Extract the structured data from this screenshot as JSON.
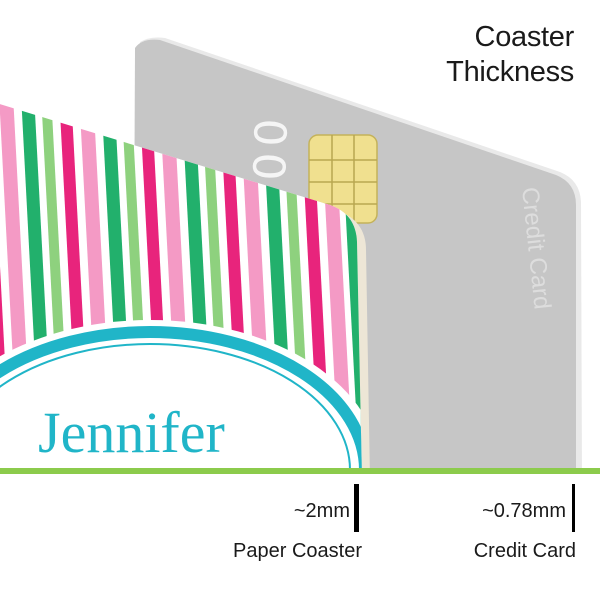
{
  "heading": {
    "line1": "Coaster",
    "line2": "Thickness"
  },
  "credit_card": {
    "number_fragment": "000",
    "printed_label": "Credit Card",
    "color": "#c6c6c6",
    "chip_color": "#f0e08f"
  },
  "coaster": {
    "name": "Jennifer",
    "stripe_colors": [
      "#e8247c",
      "#f49ac5",
      "#22b06c",
      "#8ed17e"
    ],
    "ring_color": "#20b5c8"
  },
  "comparison": {
    "paper_coaster": {
      "thickness": "~2mm",
      "label": "Paper Coaster"
    },
    "credit_card": {
      "thickness": "~0.78mm",
      "label": "Credit Card"
    }
  },
  "colors": {
    "accent_green": "#8ccb4c",
    "bar": "#000000",
    "text": "#1a1a1a"
  },
  "icons": {
    "card_chip": "card-chip-icon"
  }
}
